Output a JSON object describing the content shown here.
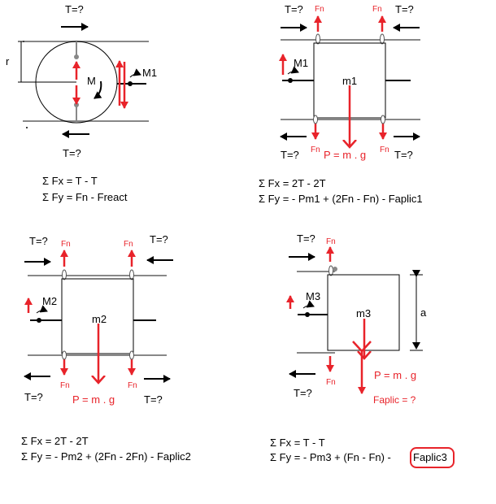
{
  "panels": {
    "p1": {
      "top_force": "T=?",
      "bottom_force": "T=?",
      "radius_label": "r",
      "moment_inner": "M",
      "moment_outer": "M1",
      "eq_fx": "Σ Fx = T - T",
      "eq_fy": "Σ Fy = Fn - Freact"
    },
    "p2": {
      "top_left_force": "T=?",
      "top_right_force": "T=?",
      "bottom_left_force": "T=?",
      "bottom_right_force": "T=?",
      "fn_top_left": "Fn",
      "fn_top_right": "Fn",
      "fn_bottom_left": "Fn",
      "fn_bottom_right": "Fn",
      "moment": "M1",
      "mass": "m1",
      "weight": "P = m . g",
      "eq_fx": "Σ Fx = 2T - 2T",
      "eq_fy": "Σ Fy = - Pm1 + (2Fn - Fn) -  Faplic1"
    },
    "p3": {
      "top_left_force": "T=?",
      "top_right_force": "T=?",
      "bottom_left_force": "T=?",
      "bottom_right_force": "T=?",
      "fn_top_left": "Fn",
      "fn_top_right": "Fn",
      "fn_bottom_left": "Fn",
      "fn_bottom_right": "Fn",
      "moment": "M2",
      "mass": "m2",
      "weight": "P = m . g",
      "eq_fx": "Σ Fx = 2T - 2T",
      "eq_fy": "Σ Fy = - Pm2 + (2Fn - 2Fn) - Faplic2"
    },
    "p4": {
      "top_force": "T=?",
      "bottom_force": "T=?",
      "fn_top": "Fn",
      "fn_bottom": "Fn",
      "moment": "M3",
      "mass": "m3",
      "dimension": "a",
      "weight": "P = m . g",
      "applied": "Faplic = ?",
      "eq_fx": "Σ Fx = T - T",
      "eq_fy_prefix": "Σ Fy = - Pm3 + (Fn - Fn) -",
      "eq_fy_boxed": "Faplic3"
    }
  },
  "colors": {
    "accent_red": "#e8232a",
    "rail_gray": "#888888",
    "line_black": "#000000"
  }
}
